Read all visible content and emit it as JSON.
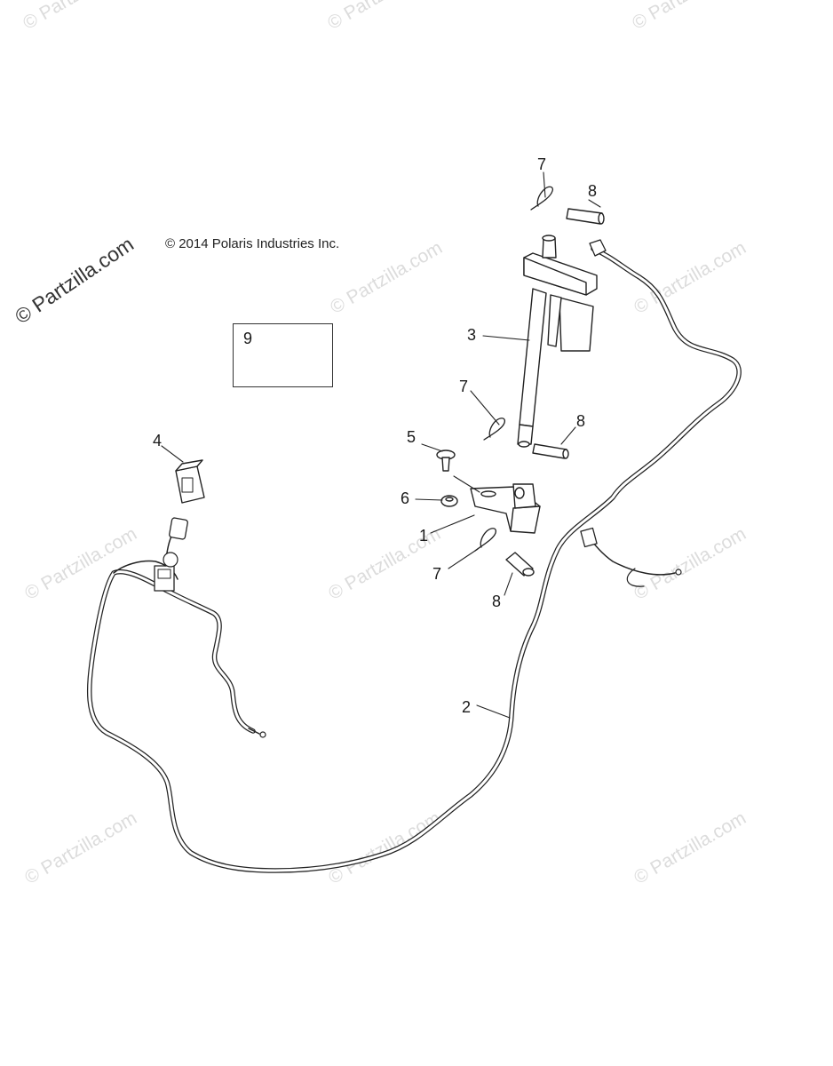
{
  "copyright": "© 2014 Polaris Industries Inc.",
  "brand": "© Partzilla.com",
  "watermark": "© Partzilla.com",
  "callouts": [
    {
      "id": "c7a",
      "label": "7"
    },
    {
      "id": "c8a",
      "label": "8"
    },
    {
      "id": "c3",
      "label": "3"
    },
    {
      "id": "c7b",
      "label": "7"
    },
    {
      "id": "c8b",
      "label": "8"
    },
    {
      "id": "c5",
      "label": "5"
    },
    {
      "id": "c6",
      "label": "6"
    },
    {
      "id": "c1",
      "label": "1"
    },
    {
      "id": "c7c",
      "label": "7"
    },
    {
      "id": "c8c",
      "label": "8"
    },
    {
      "id": "c4",
      "label": "4"
    },
    {
      "id": "c2",
      "label": "2"
    }
  ],
  "box_label": "9"
}
